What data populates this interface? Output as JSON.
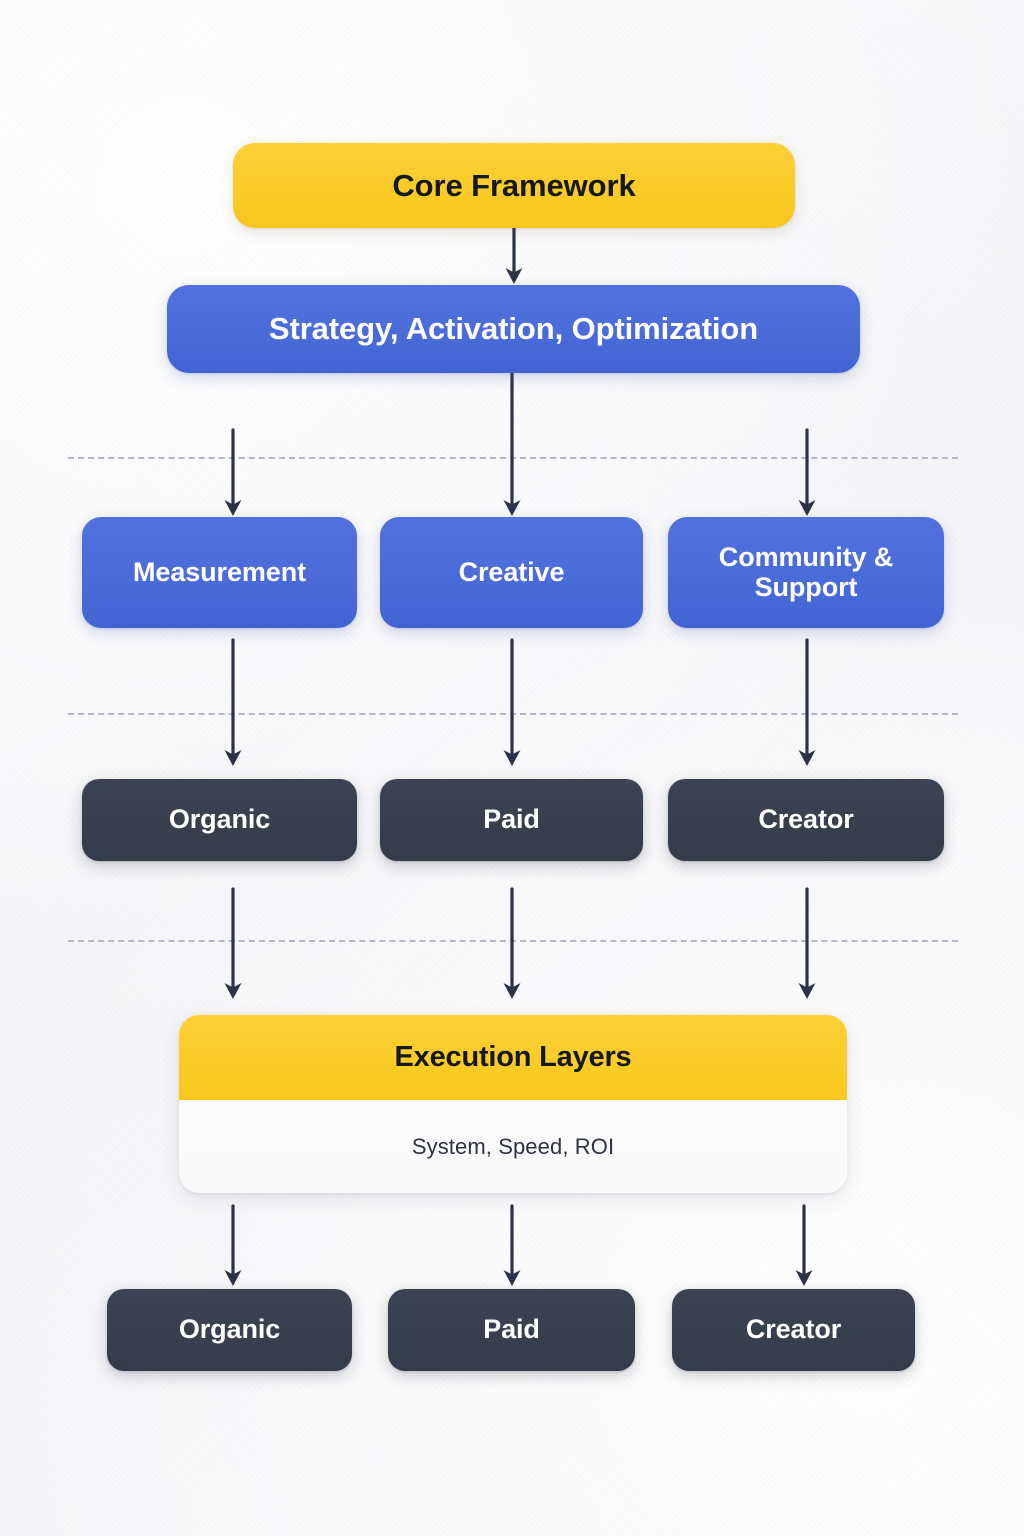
{
  "diagram": {
    "title": "Core Framework flow diagram",
    "colors": {
      "accent_yellow": "#fbcb27",
      "accent_blue": "#4a6bd8",
      "accent_dark": "#383f4f",
      "divider": "#b4b7cb",
      "arrow": "#2c3347",
      "background": "#f7f7f9"
    },
    "levels": {
      "core": {
        "label": "Core Framework"
      },
      "pillars": {
        "label": "Strategy, Activation, Optimization"
      },
      "capabilities": [
        {
          "label": "Measurement"
        },
        {
          "label": "Creative"
        },
        {
          "label": "Community & Support"
        }
      ],
      "channels": [
        {
          "label": "Organic"
        },
        {
          "label": "Paid"
        },
        {
          "label": "Creator"
        }
      ],
      "execution": {
        "header": "Execution Layers",
        "subtitle": "System, Speed, ROI"
      },
      "outputs": [
        {
          "label": "Organic"
        },
        {
          "label": "Paid"
        },
        {
          "label": "Creator"
        }
      ]
    }
  }
}
